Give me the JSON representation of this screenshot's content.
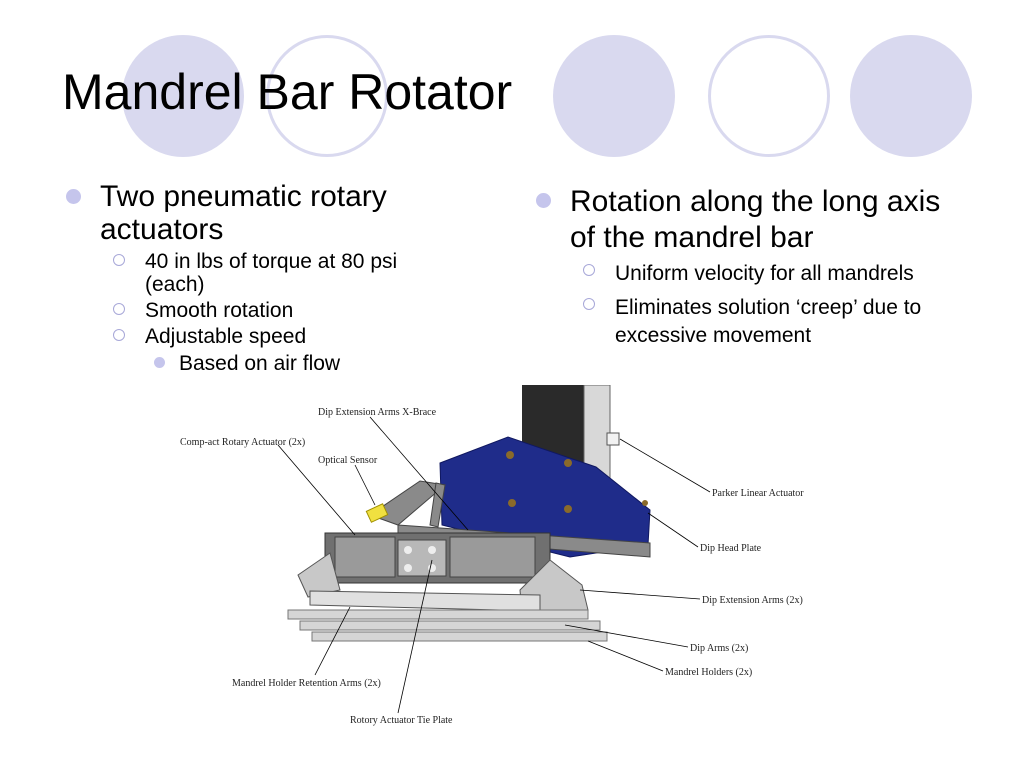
{
  "slide": {
    "title": "Mandrel Bar Rotator",
    "left_column": {
      "heading": "Two pneumatic rotary actuators",
      "items": [
        "40 in lbs of torque at 80 psi (each)",
        "Smooth rotation",
        "Adjustable speed"
      ],
      "sub_item": "Based on air flow"
    },
    "right_column": {
      "heading": "Rotation along the long axis of the mandrel bar",
      "items": [
        "Uniform velocity for all mandrels",
        "Eliminates solution ‘creep’ due to excessive movement"
      ]
    },
    "diagram_labels": {
      "x_brace": "Dip Extension Arms X-Brace",
      "rotary_actuator": "Comp-act Rotary Actuator (2x)",
      "optical_sensor": "Optical Sensor",
      "linear_actuator": "Parker Linear Actuator",
      "dip_head_plate": "Dip Head Plate",
      "dip_extension_arms": "Dip Extension Arms (2x)",
      "dip_arms": "Dip Arms (2x)",
      "mandrel_holders": "Mandrel Holders (2x)",
      "retention_arms": "Mandrel Holder Retention Arms (2x)",
      "tie_plate": "Rotory Actuator Tie Plate"
    }
  }
}
